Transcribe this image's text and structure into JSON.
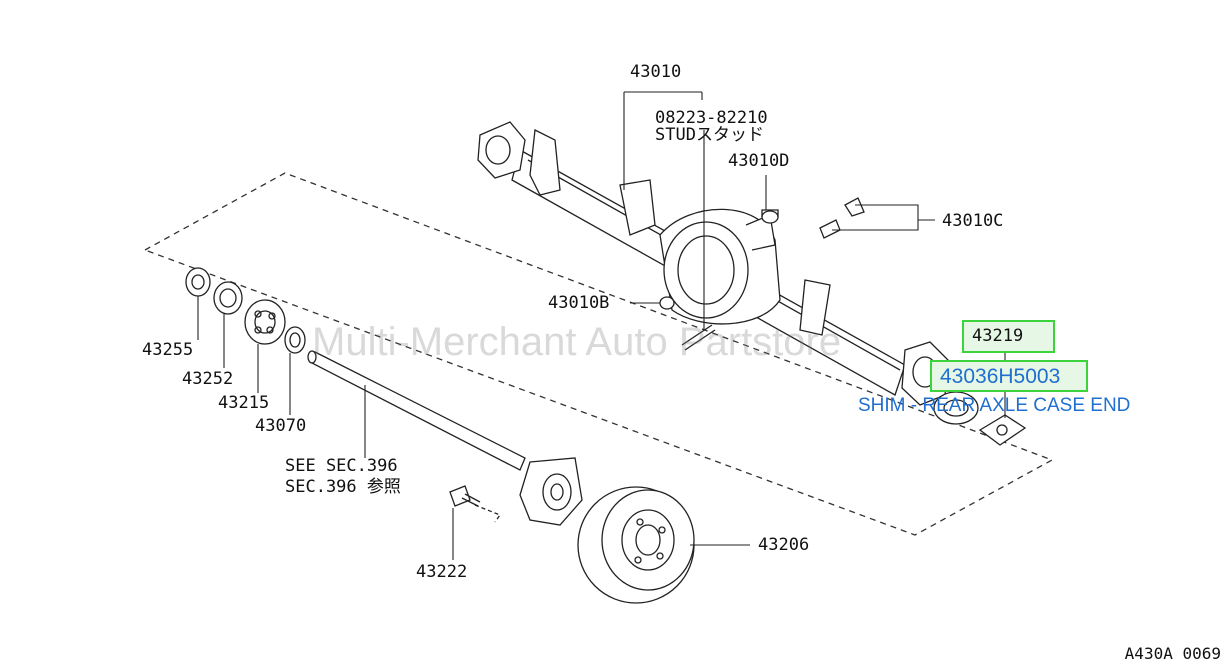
{
  "watermark": "Multi-Merchant Auto Partstore",
  "figure_code": "A430A 0069",
  "labels": {
    "p43010": "43010",
    "stud_no": "08223-82210",
    "stud_name": "STUDスタッド",
    "p43010d": "43010D",
    "p43010c": "43010C",
    "p43010b": "43010B",
    "p43255": "43255",
    "p43252": "43252",
    "p43215": "43215",
    "p43070": "43070",
    "see_sec_1": "SEE SEC.396",
    "see_sec_2": "SEC.396 参照",
    "p43222": "43222",
    "p43206": "43206"
  },
  "highlight": {
    "code_43219": "43219",
    "part_no": "43036H5003",
    "description": "SHIM - REAR AXLE CASE END"
  },
  "colors": {
    "highlight_border": "#3cd33c",
    "highlight_fill": "#e6f7e6",
    "highlight_text": "#1f6fd0"
  }
}
